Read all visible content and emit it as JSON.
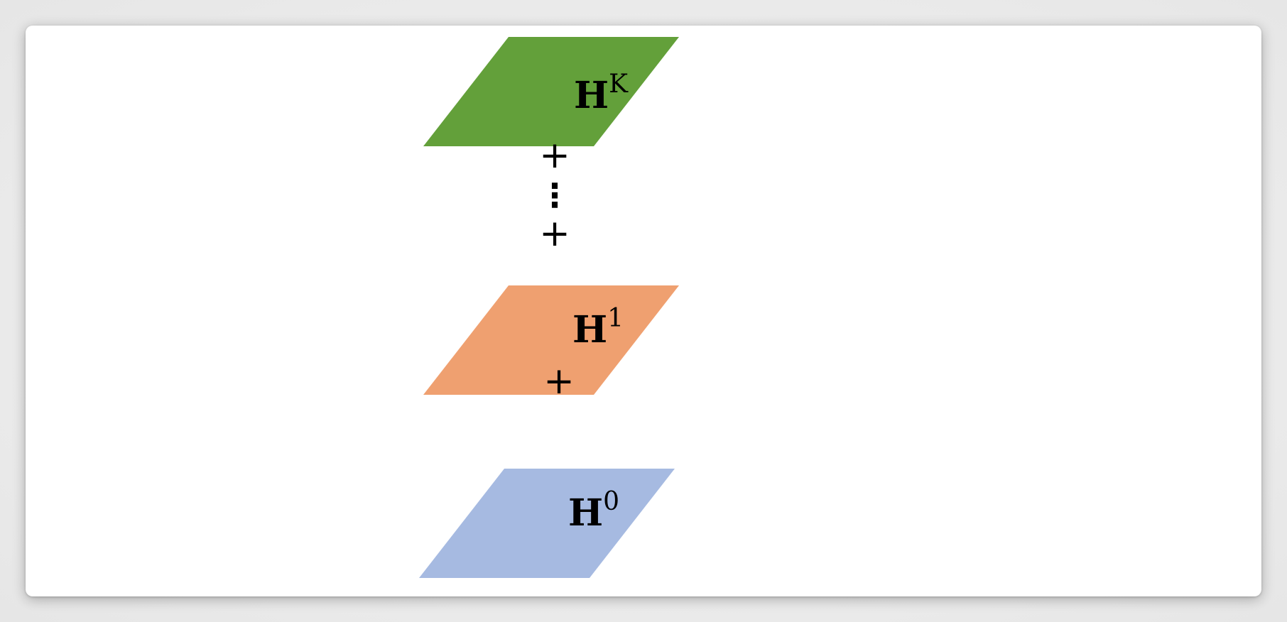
{
  "layers": [
    {
      "id": "k",
      "base": "H",
      "superscript": "K",
      "color": "#63a03a"
    },
    {
      "id": "1",
      "base": "H",
      "superscript": "1",
      "color": "#efa070"
    },
    {
      "id": "0",
      "base": "H",
      "superscript": "0",
      "color": "#a6bae1"
    }
  ],
  "operators": {
    "plus_top": "+",
    "ellipsis": "⋮",
    "plus_mid": "+",
    "plus_bottom": "+"
  }
}
